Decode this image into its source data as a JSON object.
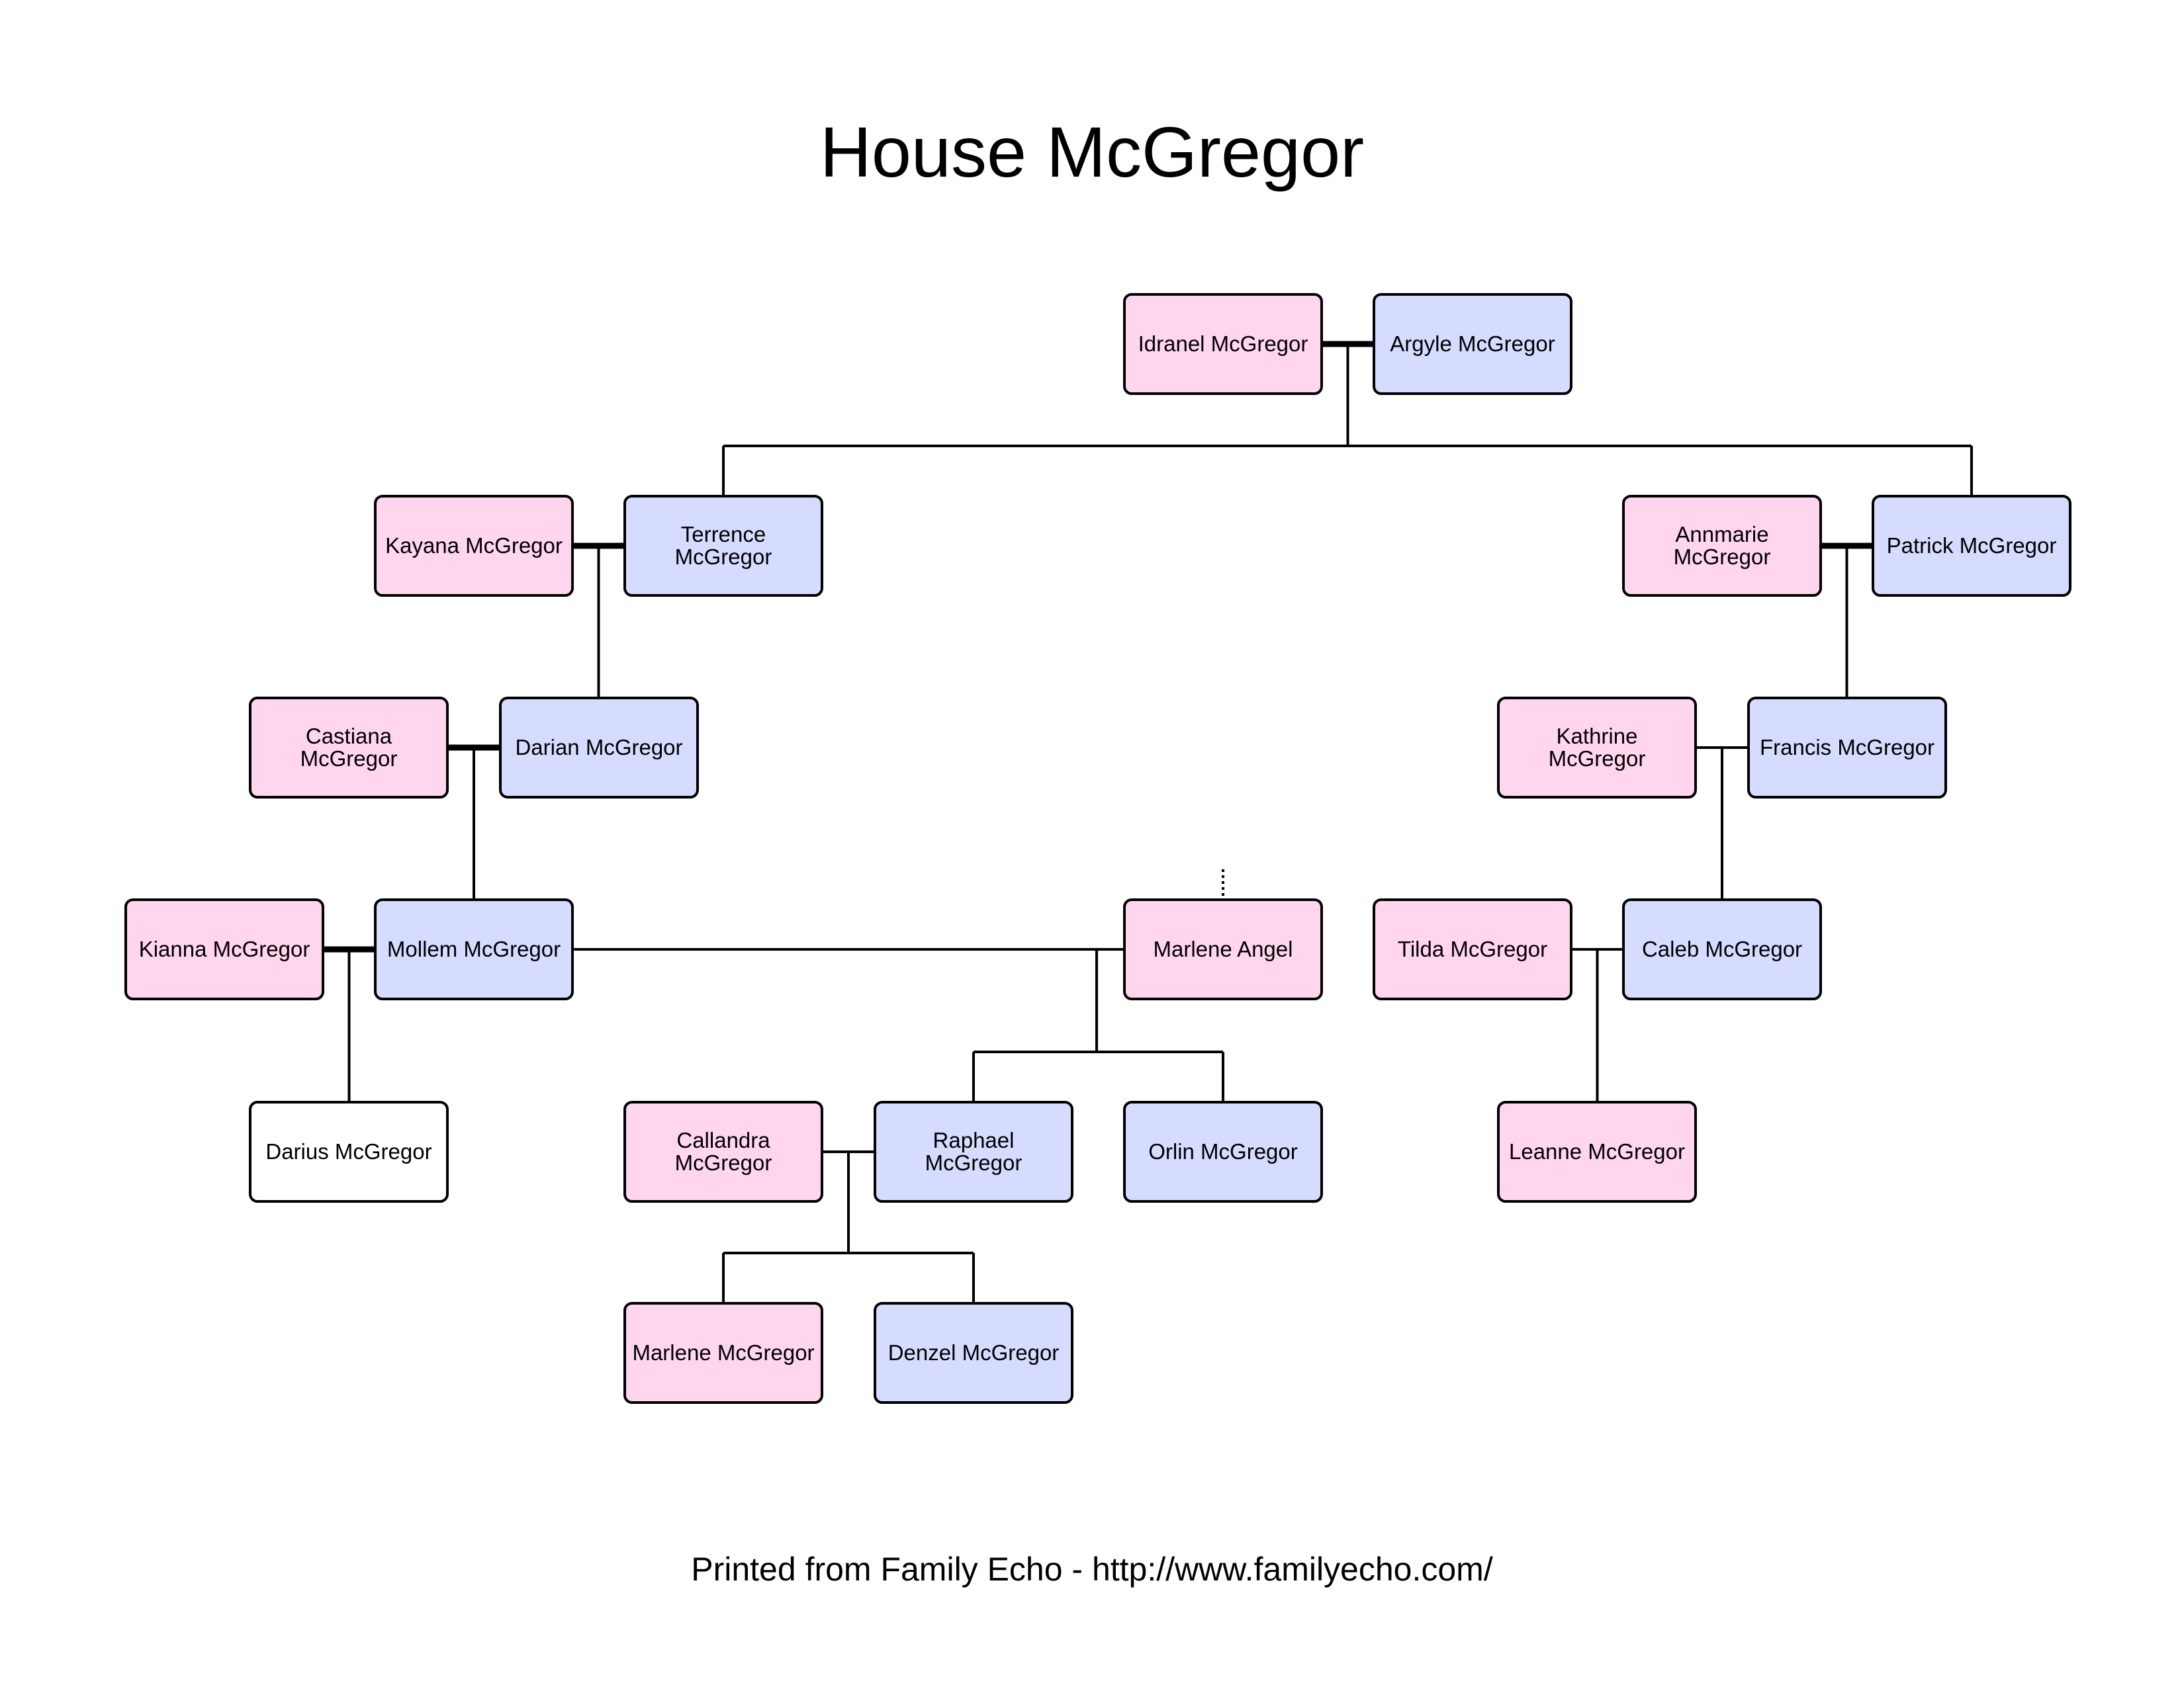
{
  "title": "House McGregor",
  "footer": "Printed from Family Echo - http://www.familyecho.com/",
  "colors": {
    "female": "#ffd6ee",
    "male": "#d6dcff",
    "unknown": "#ffffff",
    "line": "#000000"
  },
  "people": [
    {
      "id": "idranel",
      "name": "Idranel McGregor",
      "gender": "female"
    },
    {
      "id": "argyle",
      "name": "Argyle McGregor",
      "gender": "male"
    },
    {
      "id": "kayana",
      "name": "Kayana McGregor",
      "gender": "female"
    },
    {
      "id": "terrence",
      "name": "Terrence McGregor",
      "gender": "male"
    },
    {
      "id": "annmarie",
      "name": "Annmarie McGregor",
      "gender": "female"
    },
    {
      "id": "patrick",
      "name": "Patrick McGregor",
      "gender": "male"
    },
    {
      "id": "castiana",
      "name": "Castiana McGregor",
      "gender": "female"
    },
    {
      "id": "darian",
      "name": "Darian McGregor",
      "gender": "male"
    },
    {
      "id": "kathrine",
      "name": "Kathrine McGregor",
      "gender": "female"
    },
    {
      "id": "francis",
      "name": "Francis McGregor",
      "gender": "male"
    },
    {
      "id": "kianna",
      "name": "Kianna McGregor",
      "gender": "female"
    },
    {
      "id": "mollem",
      "name": "Mollem McGregor",
      "gender": "male"
    },
    {
      "id": "marlene_angel",
      "name": "Marlene Angel",
      "gender": "female"
    },
    {
      "id": "tilda",
      "name": "Tilda McGregor",
      "gender": "female"
    },
    {
      "id": "caleb",
      "name": "Caleb McGregor",
      "gender": "male"
    },
    {
      "id": "darius",
      "name": "Darius McGregor",
      "gender": "unknown"
    },
    {
      "id": "callandra",
      "name": "Callandra McGregor",
      "gender": "female"
    },
    {
      "id": "raphael",
      "name": "Raphael McGregor",
      "gender": "male"
    },
    {
      "id": "orlin",
      "name": "Orlin McGregor",
      "gender": "male"
    },
    {
      "id": "leanne",
      "name": "Leanne McGregor",
      "gender": "female"
    },
    {
      "id": "marlene_mcgregor",
      "name": "Marlene McGregor",
      "gender": "female"
    },
    {
      "id": "denzel",
      "name": "Denzel McGregor",
      "gender": "male"
    }
  ],
  "partnerships": [
    {
      "a": "idranel",
      "b": "argyle",
      "type": "married"
    },
    {
      "a": "kayana",
      "b": "terrence",
      "type": "married"
    },
    {
      "a": "annmarie",
      "b": "patrick",
      "type": "married"
    },
    {
      "a": "castiana",
      "b": "darian",
      "type": "married"
    },
    {
      "a": "kathrine",
      "b": "francis",
      "type": "partner"
    },
    {
      "a": "kianna",
      "b": "mollem",
      "type": "married"
    },
    {
      "a": "mollem",
      "b": "marlene_angel",
      "type": "partner"
    },
    {
      "a": "tilda",
      "b": "caleb",
      "type": "partner"
    },
    {
      "a": "callandra",
      "b": "raphael",
      "type": "partner"
    }
  ],
  "children": [
    {
      "parents": [
        "idranel",
        "argyle"
      ],
      "kids": [
        "terrence",
        "patrick"
      ]
    },
    {
      "parents": [
        "kayana",
        "terrence"
      ],
      "kids": [
        "darian"
      ]
    },
    {
      "parents": [
        "annmarie",
        "patrick"
      ],
      "kids": [
        "francis"
      ]
    },
    {
      "parents": [
        "castiana",
        "darian"
      ],
      "kids": [
        "mollem"
      ]
    },
    {
      "parents": [
        "kathrine",
        "francis"
      ],
      "kids": [
        "caleb"
      ]
    },
    {
      "parents": [
        "kianna",
        "mollem"
      ],
      "kids": [
        "darius"
      ]
    },
    {
      "parents": [
        "mollem",
        "marlene_angel"
      ],
      "kids": [
        "raphael",
        "orlin"
      ]
    },
    {
      "parents": [
        "tilda",
        "caleb"
      ],
      "kids": [
        "leanne"
      ]
    },
    {
      "parents": [
        "callandra",
        "raphael"
      ],
      "kids": [
        "marlene_mcgregor",
        "denzel"
      ]
    }
  ],
  "unknown_parents": [
    "marlene_angel"
  ]
}
